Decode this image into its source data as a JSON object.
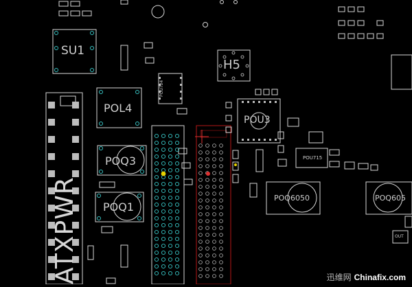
{
  "board": {
    "labels": {
      "su1": "SU1",
      "pol4": "POL4",
      "poq3": "POQ3",
      "poq1": "POQ1",
      "h5": "H5",
      "pou3": "POU3",
      "poq6050": "POQ6050",
      "poq605": "POQ605",
      "atxpwr": "ATXPWR",
      "pou704": "POU704",
      "pou715": "POU715",
      "out": "OUT"
    },
    "colors": {
      "background": "#000000",
      "outline": "#d8d8d8",
      "pad": "#d0d0d0",
      "pin_cyan": "#38c4c4",
      "pin_red": "#e03030",
      "pin_yellow": "#e6d200",
      "net_red": "#d02828",
      "connector_frame": "#9a1414"
    }
  },
  "watermark": {
    "cn_text": "迅维网",
    "text": "Chinafix.com"
  }
}
